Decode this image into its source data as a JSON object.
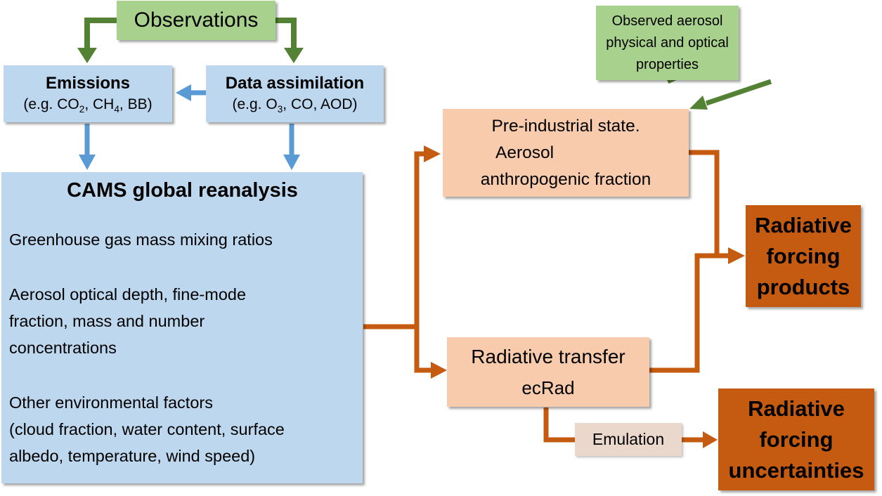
{
  "colors": {
    "green_box": "#a9d18e",
    "green_arrow": "#548235",
    "blue_box": "#bdd7ee",
    "blue_arrow": "#5b9bd5",
    "peach_box": "#f8cbad",
    "rust": "#c55a11",
    "emulation_box": "#ead8cc"
  },
  "nodes": {
    "observations": {
      "label": "Observations"
    },
    "emissions": {
      "title": "Emissions",
      "prefix": "(e.g. CO",
      "sub1": "2",
      "mid": ", CH",
      "sub2": "4",
      "suffix": ", BB)"
    },
    "data_assimilation": {
      "title": "Data assimilation",
      "prefix": "(e.g. O",
      "sub1": "3",
      "suffix": ", CO, AOD)"
    },
    "cams": {
      "title": "CAMS global reanalysis",
      "items": [
        [
          "Greenhouse gas mass mixing ratios"
        ],
        [
          "Aerosol optical depth, fine-mode",
          "fraction, mass and number",
          "concentrations"
        ],
        [
          "Other environmental factors",
          "(cloud fraction, water content, surface",
          "albedo, temperature, wind speed)"
        ]
      ]
    },
    "observed_aerosol": {
      "lines": [
        "Observed aerosol",
        "physical and optical",
        "properties"
      ]
    },
    "pre_industrial": {
      "lines": [
        "Pre-industrial state.",
        "Aerosol",
        "anthropogenic fraction"
      ]
    },
    "radiative_transfer": {
      "lines": [
        "Radiative transfer",
        "ecRad"
      ]
    },
    "emulation": {
      "label": "Emulation"
    },
    "rf_products": {
      "lines": [
        "Radiative",
        "forcing",
        "products"
      ]
    },
    "rf_uncertainties": {
      "lines": [
        "Radiative",
        "forcing",
        "uncertainties"
      ]
    }
  }
}
